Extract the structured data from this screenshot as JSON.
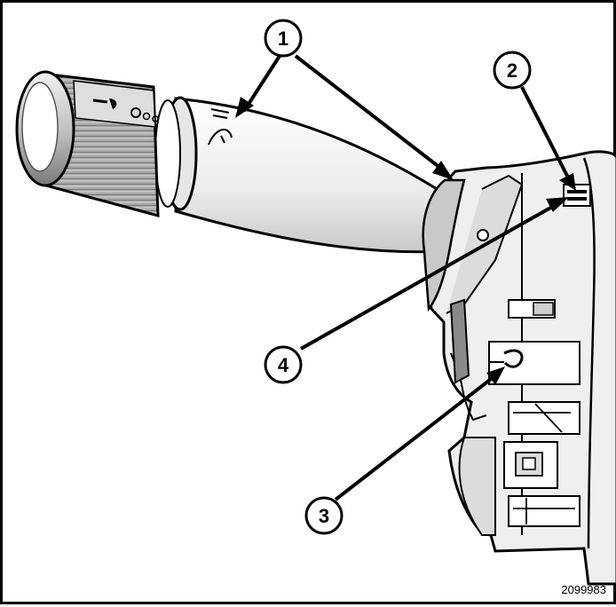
{
  "figure": {
    "id": "2099983",
    "callouts": [
      {
        "label": "1"
      },
      {
        "label": "2"
      },
      {
        "label": "3"
      },
      {
        "label": "4"
      }
    ],
    "lever_icons": [
      "headlamp-icon",
      "wiper-icon"
    ],
    "colors": {
      "line": "#000000",
      "background": "#ffffff",
      "shade_light": "#e9e9e9",
      "shade_mid": "#cfcfcf",
      "shade_dark": "#8a8a8a"
    }
  }
}
